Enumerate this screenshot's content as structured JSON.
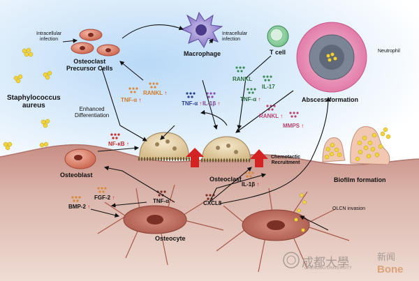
{
  "labels": {
    "intracellular_infection_left": "Intracellular\ninfection",
    "intracellular_infection_right": "Intracellular\ninfection",
    "macrophage": "Macrophage",
    "t_cell": "T cell",
    "neutrophil": "Neutrophil",
    "osteoclast_precursor": "Osteoclast\nPrecursor Cells",
    "staphylococcus": "Staphylococcus\naureus",
    "enhanced_differentiation": "Enhanced\nDifferentiation",
    "abscess_formation": "Abscess formation",
    "osteoblast": "Osteoblast",
    "osteoclast_left": "Osteoclast",
    "chemotactic_recruitment": "Chemotactic\nRecruitment",
    "biofilm_formation": "Biofilm formation",
    "olcn_invasion": "OLCN invasion",
    "osteocyte": "Osteocyte"
  },
  "cytokines": {
    "rankl_left": "RANKL",
    "tnf_left": "TNF-α",
    "tnf_macro": "TNF-α",
    "il1b_macro": "IL-1β",
    "rankl_t": "RANKL",
    "il17": "IL-17",
    "tnf_t": "TNF-α",
    "rankl_abscess": "RANKL",
    "mmps": "MMPS",
    "nfkb": "NF-κB",
    "fgf2": "FGF-2",
    "bmp2": "BMP-2",
    "tnf_bone": "TNF-α",
    "cxcl8": "CXCL8",
    "il1b_bone": "IL-1β"
  },
  "up_arrow": "↑",
  "watermark": {
    "logo_text": "成都大學",
    "sub_text": "CHENGDU UNIVERSITY",
    "news": "新闻",
    "bone": "Bone"
  },
  "colors": {
    "sky_top": "#b8d8f5",
    "bone_surface": "#c98f86",
    "bone_deep": "#e9d4cc",
    "cytokine_orange": "#d88a3a",
    "cytokine_blue": "#2a3f8f",
    "cytokine_purple": "#8a4fb0",
    "cytokine_green": "#3c8a56",
    "bacteria_yellow": "#f0d33a",
    "neutrophil_pink": "#e07aa6"
  }
}
